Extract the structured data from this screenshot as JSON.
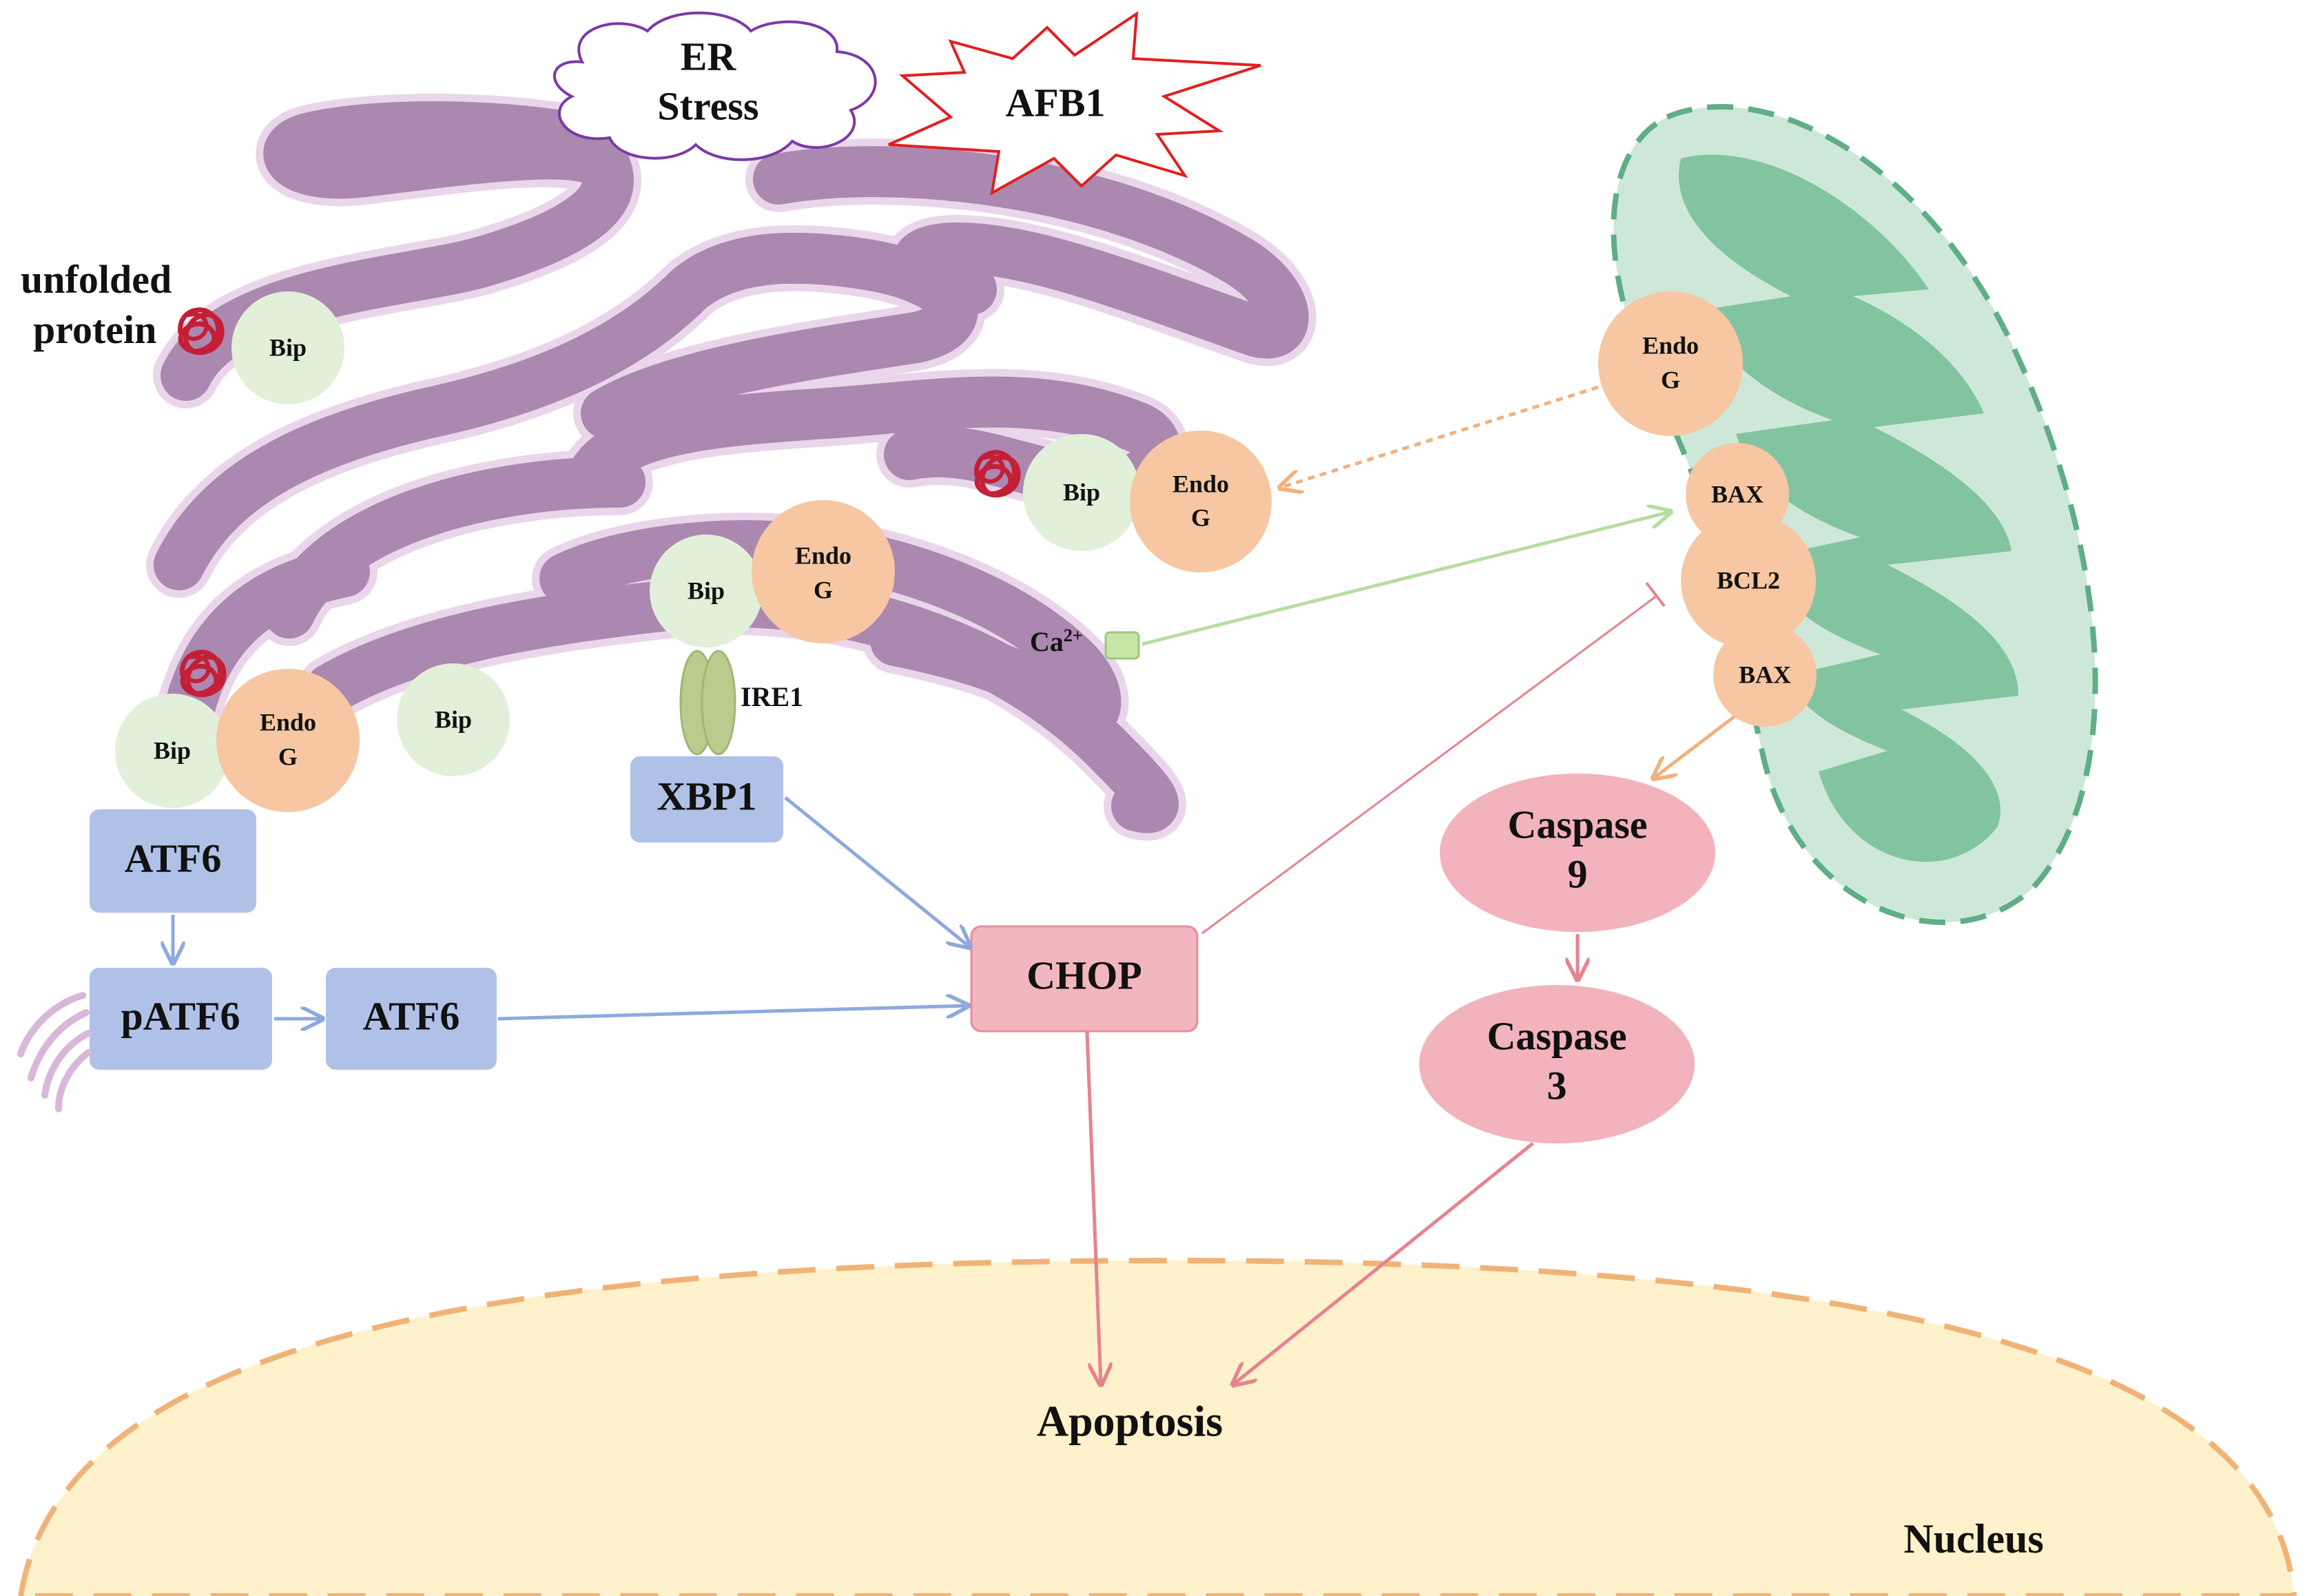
{
  "labels": {
    "er_stress": [
      "ER",
      "Stress"
    ],
    "afb1": "AFB1",
    "unfolded_protein": [
      "unfolded",
      "protein"
    ],
    "bip": "Bip",
    "endo_g": [
      "Endo",
      "G"
    ],
    "ire1": "IRE1",
    "xbp1": "XBP1",
    "atf6": "ATF6",
    "patf6": "pATF6",
    "chop": "CHOP",
    "calcium_base": "Ca",
    "calcium_sup": "2+",
    "bax": "BAX",
    "bcl2": "BCL2",
    "caspase9": [
      "Caspase",
      "9"
    ],
    "caspase3": [
      "Caspase",
      "3"
    ],
    "apoptosis": "Apoptosis",
    "nucleus": "Nucleus"
  },
  "colors": {
    "er_fill": "#ab88b0",
    "er_rim": "#ead6ea",
    "bip": "#e3f0d9",
    "endo_g": "#f6c7a2",
    "protein_box": "#afc1e6",
    "chop_fill": "#f3b6bf",
    "caspase_fill": "#f2b3bc",
    "mito_outer": "#cde8d9",
    "mito_inner": "#82c4a0",
    "nucleus_fill": "#fef1cb",
    "nucleus_border": "#f0b377",
    "unfolded_protein": "#c41f36",
    "blue_arrow": "#8ea9dd",
    "pink_arrow": "#e6838f",
    "green_arrow": "#b7dea2",
    "orange_arrow": "#f0b27f",
    "er_stress_cloud": "#7b3aa6",
    "afb1_burst": "#e02020"
  }
}
